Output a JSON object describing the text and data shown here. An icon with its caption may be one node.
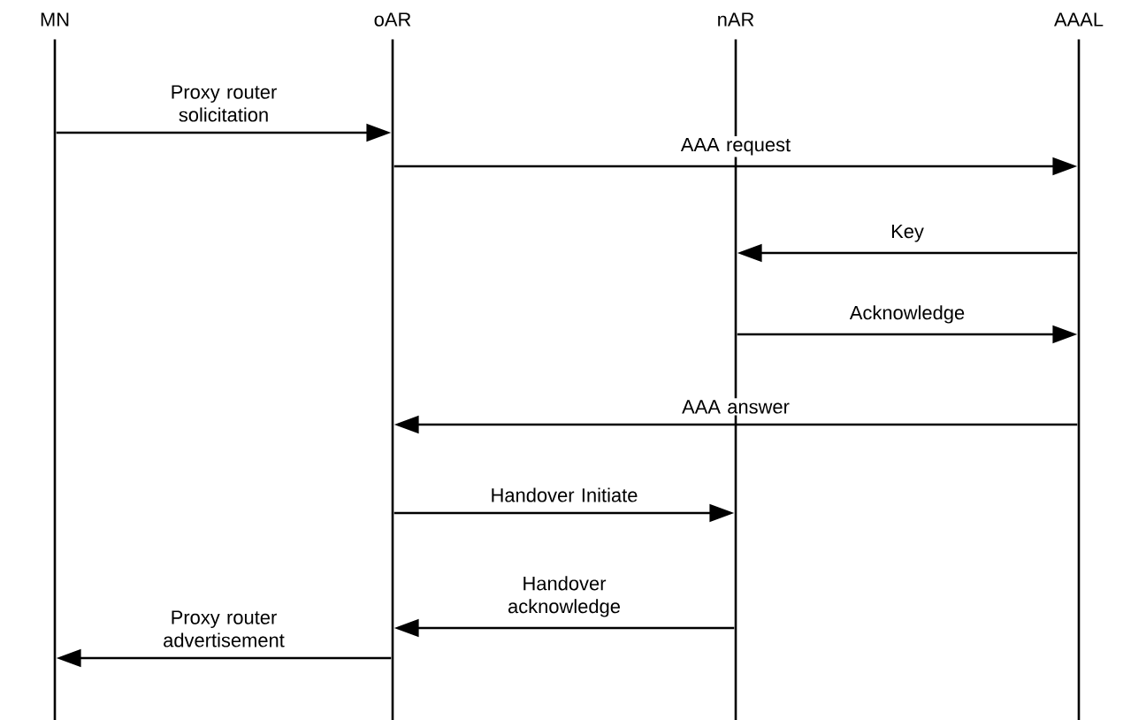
{
  "diagram": {
    "nodes": [
      {
        "text": [
          "MN"
        ]
      },
      {
        "text": [
          "oAR"
        ]
      },
      {
        "text": [
          "nAR"
        ]
      },
      {
        "text": [
          "AAAL"
        ]
      }
    ],
    "edges": [
      {
        "from": 0,
        "to": 1,
        "arrow": "to",
        "label": "Proxy router solicitation"
      },
      {
        "from": 1,
        "to": 3,
        "arrow": "to",
        "label": "AAA request"
      },
      {
        "from": 3,
        "to": 2,
        "arrow": "to",
        "label": "Key"
      },
      {
        "from": 2,
        "to": 3,
        "arrow": "to",
        "label": "Acknowledge"
      },
      {
        "from": 3,
        "to": 1,
        "arrow": "to",
        "label": "AAA answer"
      },
      {
        "from": 1,
        "to": 2,
        "arrow": "to",
        "label": "Handover Initiate"
      },
      {
        "from": 2,
        "to": 1,
        "arrow": "to",
        "label": "Handover acknowledge"
      },
      {
        "from": 1,
        "to": 0,
        "arrow": "to",
        "label": "Proxy router advertisement"
      }
    ]
  }
}
